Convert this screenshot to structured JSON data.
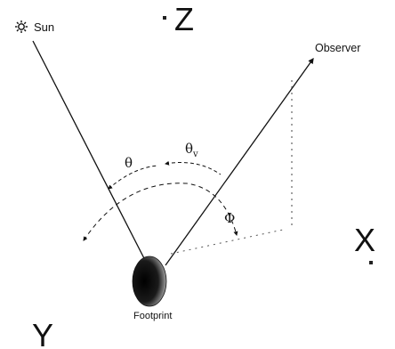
{
  "labels": {
    "sun": "Sun",
    "observer": "Observer",
    "z_axis": "Z",
    "x_axis": "X",
    "y_axis": "Y",
    "footprint": "Footprint",
    "theta": "θ",
    "theta_v_base": "θ",
    "theta_v_sub": "v",
    "phi": "Φ"
  },
  "icons": {
    "sun": "sun-icon"
  },
  "colors": {
    "ink": "#111111",
    "background": "#ffffff"
  }
}
